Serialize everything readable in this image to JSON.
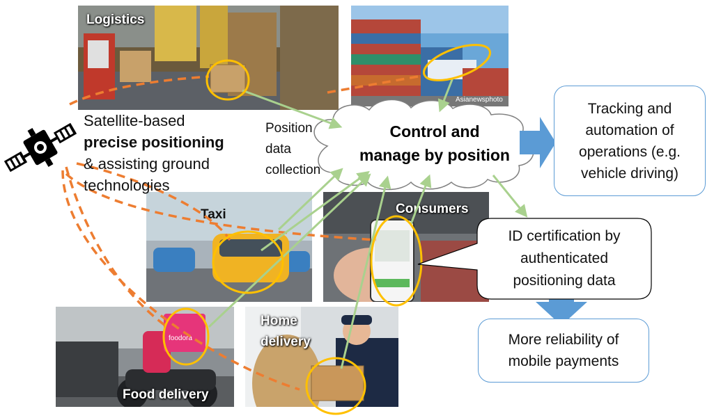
{
  "photos": {
    "logistics": {
      "label": "Logistics",
      "watermark": "Asianewsphoto"
    },
    "taxi": {
      "label": "Taxi"
    },
    "consumers": {
      "label": "Consumers"
    },
    "food": {
      "label": "Food delivery",
      "box_text": "foodora"
    },
    "home": {
      "label": "Home delivery"
    }
  },
  "satellite": {
    "line1": "Satellite-based",
    "line2": "precise positioning",
    "line3": "& assisting ground",
    "line4": "technologies"
  },
  "position_data": {
    "line1": "Position",
    "line2": "data",
    "line3": "collection"
  },
  "cloud": {
    "line1": "Control and",
    "line2": "manage by position"
  },
  "tracking": {
    "line1": "Tracking and",
    "line2": "automation of",
    "line3": "operations (e.g.",
    "line4": "vehicle driving)"
  },
  "id_cert": {
    "line1": "ID certification by",
    "line2": "authenticated",
    "line3": "positioning data"
  },
  "reliability": {
    "line1": "More reliability of",
    "line2": "mobile payments"
  },
  "colors": {
    "orange_dashed": "#ed7d31",
    "green_arrow": "#a9d18e",
    "yellow_circle": "#ffc000",
    "blue_arrow": "#5b9bd5"
  }
}
